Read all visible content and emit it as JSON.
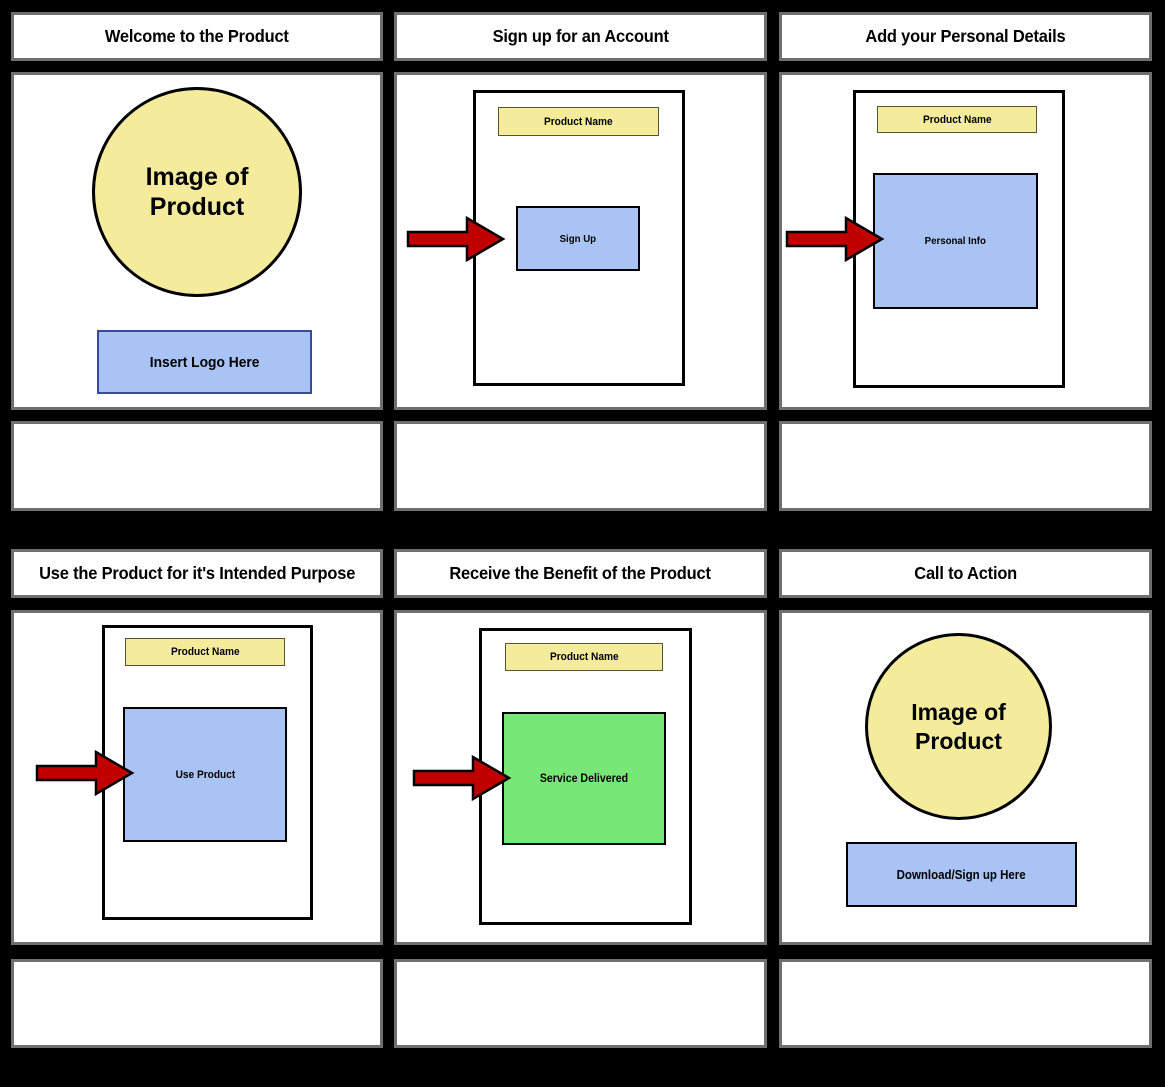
{
  "colors": {
    "background": "#000000",
    "cell_border": "#6f6f6f",
    "yellow": "#F4EC9C",
    "yellow_border": "#55552e",
    "blue": "#A9C3F4",
    "navy_border": "#3A4A9F",
    "green": "#77E877",
    "red": "#C00000"
  },
  "panels": [
    {
      "title": "Welcome to the Product",
      "circle_line1": "Image of",
      "circle_line2": "Product",
      "logo_label": "Insert Logo Here"
    },
    {
      "title": "Sign up for an Account",
      "header_label": "Product Name",
      "box_label": "Sign Up"
    },
    {
      "title": "Add your Personal Details",
      "header_label": "Product Name",
      "box_label": "Personal Info"
    },
    {
      "title": "Use the Product for it's Intended Purpose",
      "header_label": "Product Name",
      "box_label": "Use Product"
    },
    {
      "title": "Receive the Benefit of the Product",
      "header_label": "Product Name",
      "box_label": "Service Delivered"
    },
    {
      "title": "Call to Action",
      "circle_line1": "Image of",
      "circle_line2": "Product",
      "cta_label": "Download/Sign up Here"
    }
  ]
}
